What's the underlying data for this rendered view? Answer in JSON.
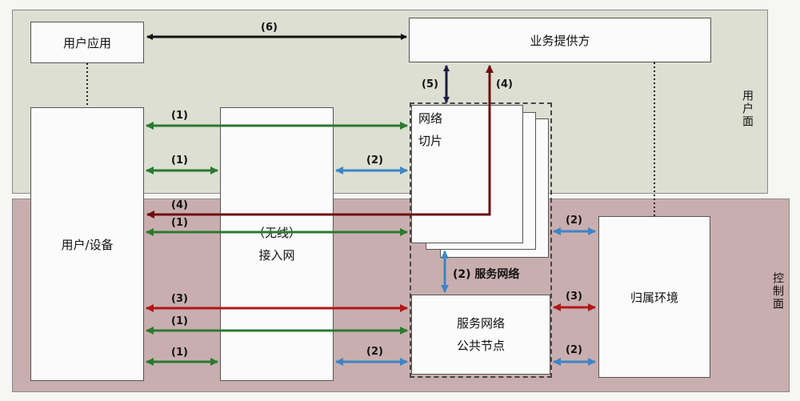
{
  "planes": {
    "user_plane": "用户面",
    "control_plane": "控制面"
  },
  "boxes": {
    "user_app": "用户应用",
    "service_provider": "业务提供方",
    "user_device": "用户/设备",
    "access_net_line1": "（无线）",
    "access_net_line2": "接入网",
    "slice_line1": "网络",
    "slice_line2": "切片",
    "common_node_line1": "服务网络",
    "common_node_line2": "公共节点",
    "home_env": "归属环境",
    "service_network": "(2) 服务网络"
  },
  "labels": {
    "l6": "(6)",
    "l5": "(5)",
    "l4_top": "(4)",
    "l1_a": "(1)",
    "l1_b": "(1)",
    "l2_access_slice": "(2)",
    "l4_bottom": "(4)",
    "l1_c": "(1)",
    "l2_slice_home": "(2)",
    "l3_user": "(3)",
    "l1_d": "(1)",
    "l1_e": "(1)",
    "l2_access_node": "(2)",
    "l3_home": "(3)",
    "l2_node_home": "(2)"
  },
  "colors": {
    "black_arrow": "#111111",
    "navy_arrow": "#1d1a44",
    "maroon_arrow": "#6b1010",
    "green_arrow": "#2a7a2f",
    "blue_arrow": "#3d85c6",
    "red_arrow": "#b01818"
  }
}
